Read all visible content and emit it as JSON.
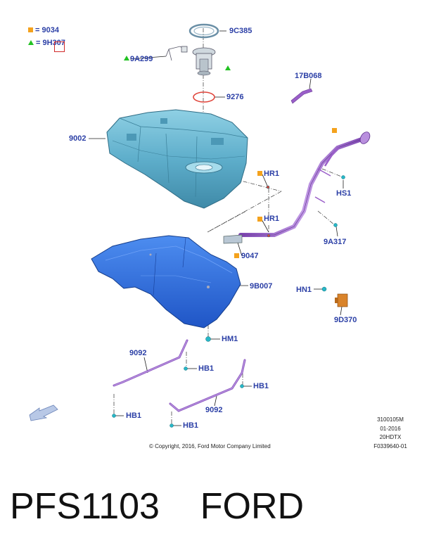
{
  "legend": {
    "square_code": "9034",
    "triangle_code": "9H307",
    "separator": "="
  },
  "parts": {
    "p9C385": "9C385",
    "p9A299": "9A299",
    "p9276": "9276",
    "p17B068": "17B068",
    "p9002": "9002",
    "pHR1a": "HR1",
    "pHR1b": "HR1",
    "pHS1": "HS1",
    "p9A317": "9A317",
    "p9047": "9047",
    "p9B007": "9B007",
    "pHN1": "HN1",
    "p9D370": "9D370",
    "pHM1": "HM1",
    "p9092a": "9092",
    "p9092b": "9092",
    "pHB1a": "HB1",
    "pHB1b": "HB1",
    "pHB1c": "HB1",
    "pHB1d": "HB1"
  },
  "info": {
    "line1": "3100105M",
    "line2": "01-2016",
    "line3": "20HDTX",
    "line4": "F0339640-01"
  },
  "copyright": "© Copyright, 2016, Ford Motor Company Limited",
  "bottom_title": "PFS1103    FORD",
  "colors": {
    "label": "#2b3fa6",
    "tank": "#5fb3cf",
    "shield": "#2f6fe0",
    "pipe": "#9a5ec9",
    "marker_square": "#f4a21d",
    "marker_triangle": "#22c222",
    "clip": "#27b7c7",
    "sensor": "#d9832a"
  }
}
